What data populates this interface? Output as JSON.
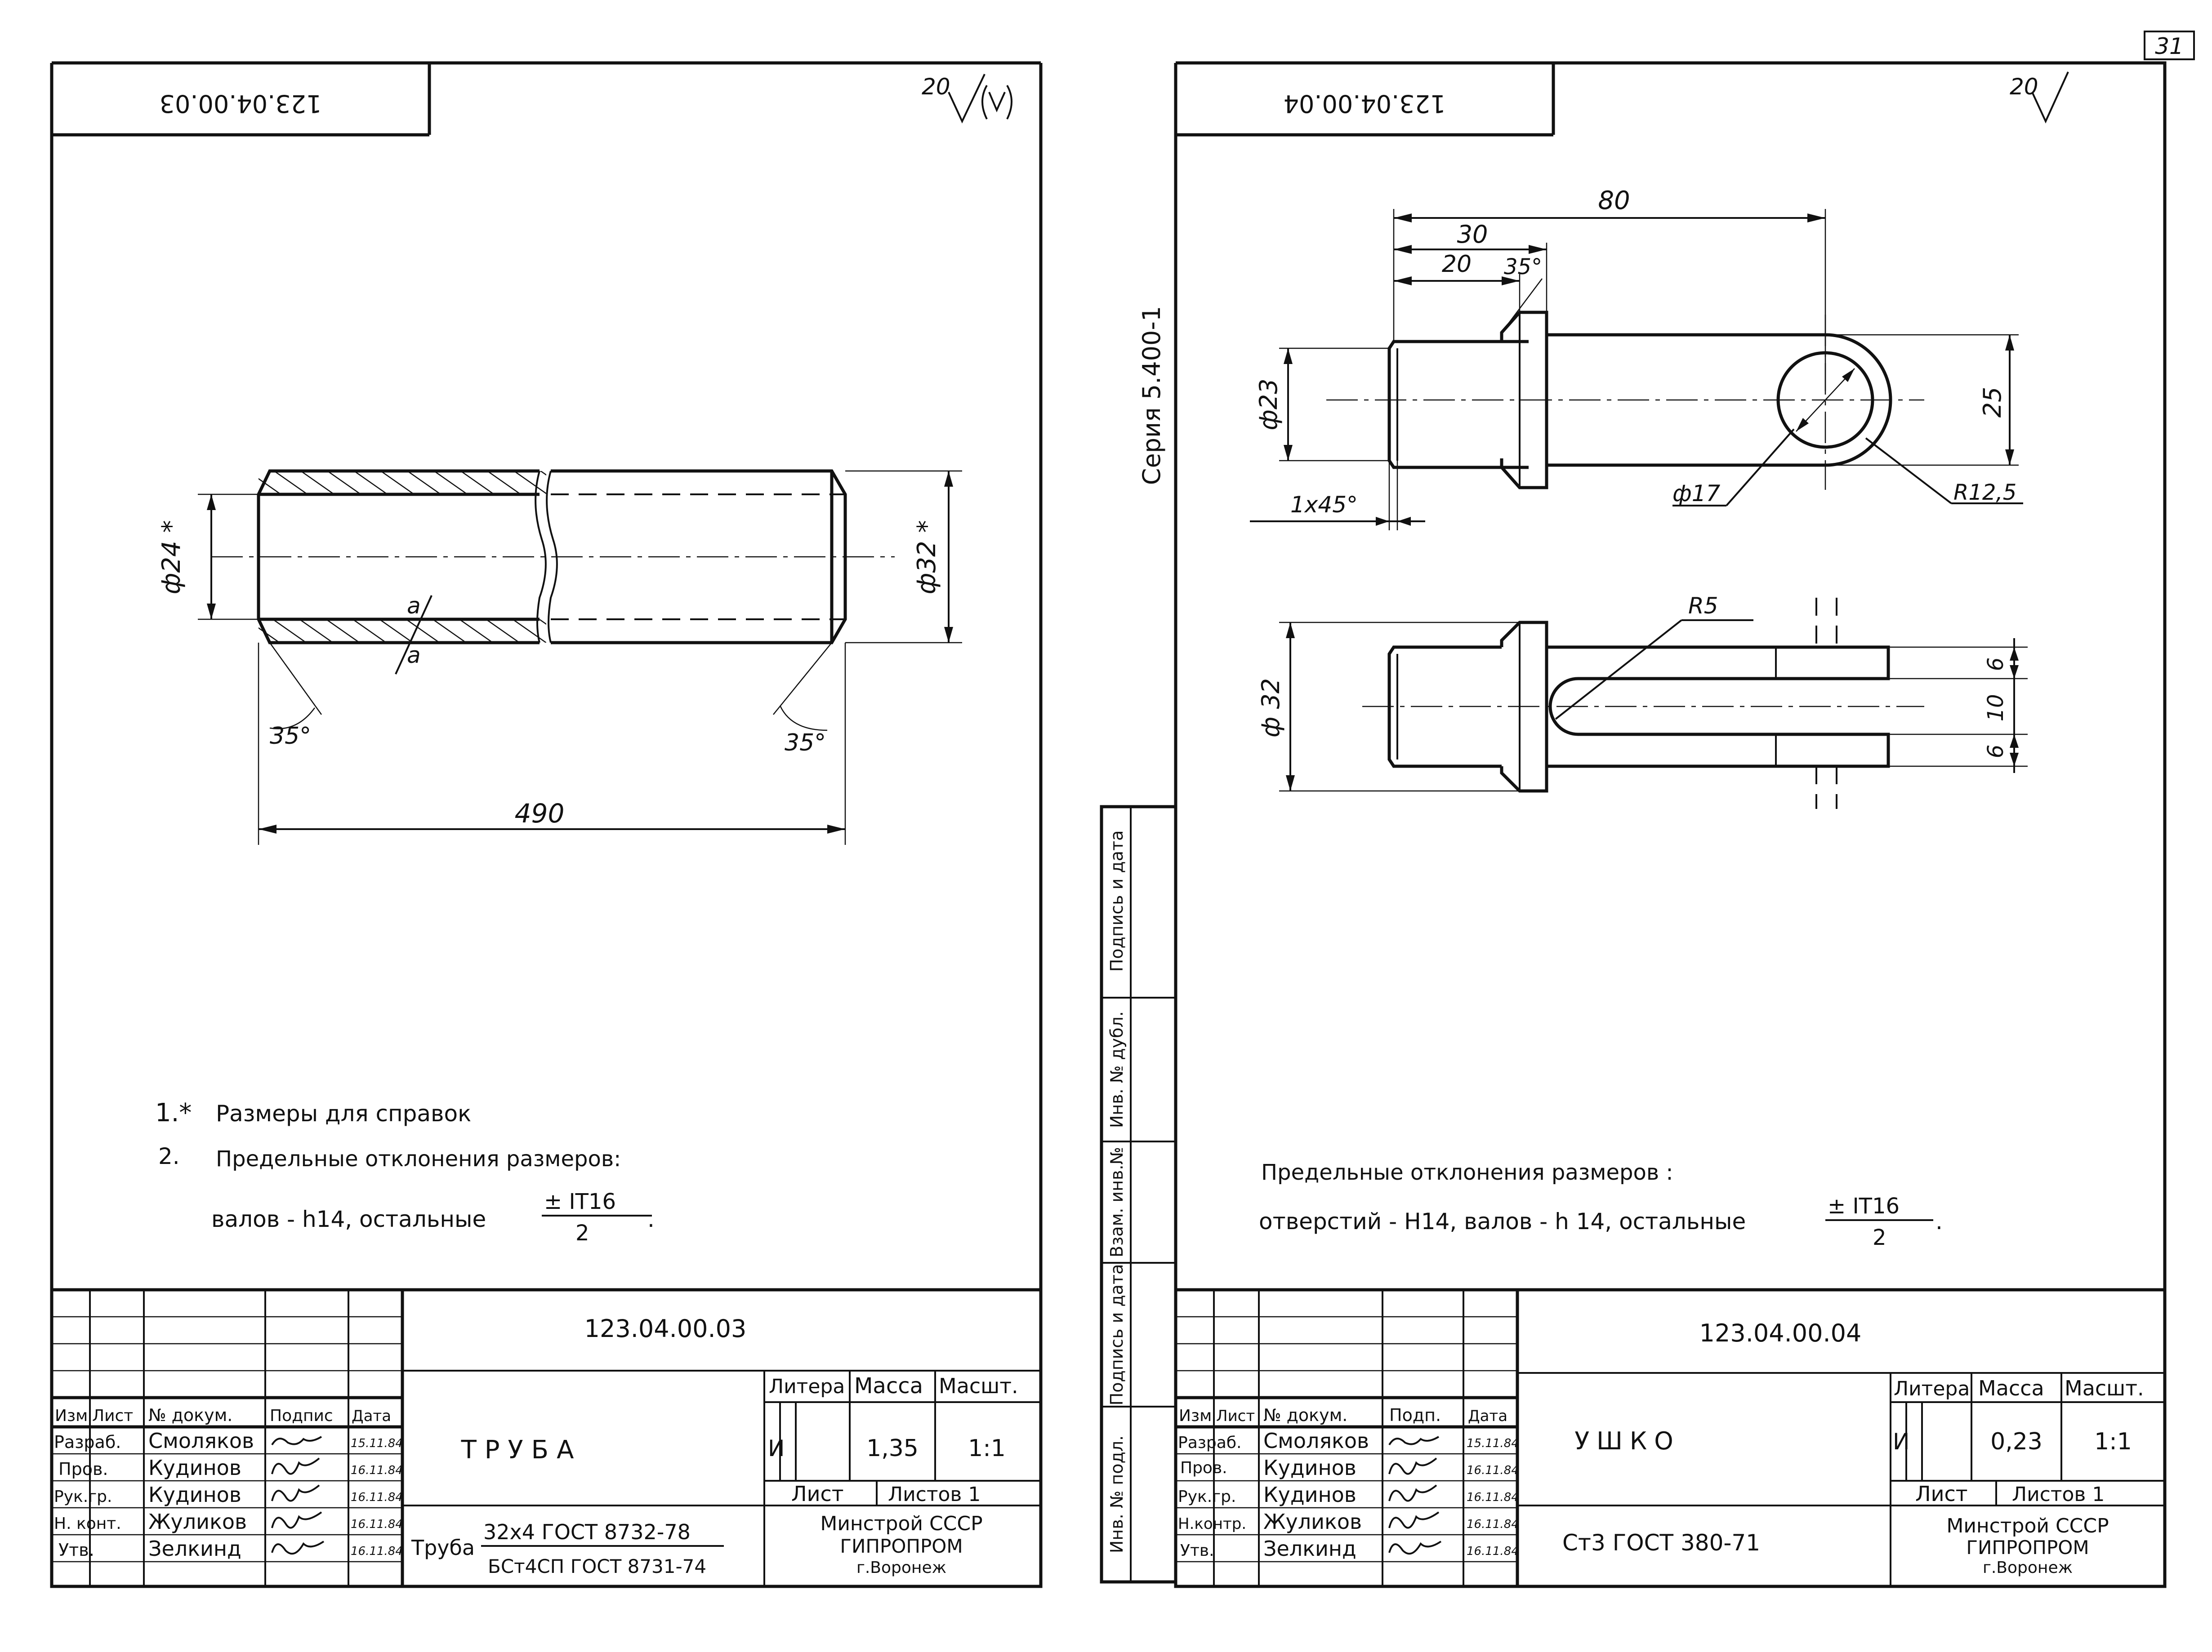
{
  "page_number": "31",
  "series": "Серия 5.400-1",
  "left_sheet": {
    "corner_stamp": "123.04.00.03",
    "roughness": "20",
    "drawing": {
      "dim_inner_dia": "ф24 *",
      "dim_outer_dia": "ф32 *",
      "dim_length": "490",
      "chamfer_left": "35°",
      "chamfer_right": "35°",
      "section_mark": "а"
    },
    "notes": {
      "n1_num": "1.*",
      "n1": "Размеры для справок",
      "n2_num": "2.",
      "n2": "Предельные отклонения размеров:",
      "n3": "валов - h14, остальные",
      "tol_num": "± IT16",
      "tol_den": "2"
    },
    "title_block": {
      "code": "123.04.00.03",
      "name": "ТРУБА",
      "head": {
        "izm": "Изм",
        "list": "Лист",
        "doc": "№ докум.",
        "sign": "Подпис",
        "date": "Дата"
      },
      "rows": [
        {
          "role": "Разраб.",
          "name": "Смоляков",
          "date": "15.11.84"
        },
        {
          "role": "Пров.",
          "name": "Кудинов",
          "date": "16.11.84"
        },
        {
          "role": "Рук.гр.",
          "name": "Кудинов",
          "date": "16.11.84"
        },
        {
          "role": "Н. конт.",
          "name": "Жуликов",
          "date": "16.11.84"
        },
        {
          "role": "Утв.",
          "name": "Зелкинд",
          "date": "16.11.84"
        }
      ],
      "litera_head": "Литера",
      "mass_head": "Масса",
      "scale_head": "Масшт.",
      "litera": "И",
      "mass": "1,35",
      "scale": "1:1",
      "sheet_label": "Лист",
      "sheets_label": "Листов 1",
      "material_prefix": "Труба",
      "material_top": "32x4 ГОСТ 8732-78",
      "material_bot": "БСт4СП ГОСТ 8731-74",
      "org1": "Минстрой СССР",
      "org2": "ГИПРОПРОМ",
      "org3": "г.Воронеж"
    }
  },
  "right_sheet": {
    "corner_stamp": "123.04.00.04",
    "roughness": "20",
    "drawing": {
      "dim_80": "80",
      "dim_30": "30",
      "dim_20": "20",
      "dim_35deg": "35°",
      "dim_23": "ф23",
      "dim_25": "25",
      "dim_chamfer": "1x45°",
      "dim_17": "ф17",
      "dim_r125": "R12,5",
      "dim_r5": "R5",
      "dim_32": "ф 32",
      "dim_6a": "6",
      "dim_10": "10",
      "dim_6b": "6"
    },
    "notes": {
      "n1": "Предельные отклонения размеров :",
      "n2": "отверстий - Н14, валов - h 14, остальные",
      "tol_num": "± IT16",
      "tol_den": "2"
    },
    "title_block": {
      "code": "123.04.00.04",
      "name": "УШКО",
      "head": {
        "izm": "Изм",
        "list": "Лист",
        "doc": "№ докум.",
        "sign": "Подп.",
        "date": "Дата"
      },
      "rows": [
        {
          "role": "Разраб.",
          "name": "Смоляков",
          "date": "15.11.84"
        },
        {
          "role": "Пров.",
          "name": "Кудинов",
          "date": "16.11.84"
        },
        {
          "role": "Рук.гр.",
          "name": "Кудинов",
          "date": "16.11.84"
        },
        {
          "role": "Н.контр.",
          "name": "Жуликов",
          "date": "16.11.84"
        },
        {
          "role": "Утв.",
          "name": "Зелкинд",
          "date": "16.11.84"
        }
      ],
      "litera_head": "Литера",
      "mass_head": "Масса",
      "scale_head": "Масшт.",
      "litera": "И",
      "mass": "0,23",
      "scale": "1:1",
      "sheet_label": "Лист",
      "sheets_label": "Листов 1",
      "material": "Ст3 ГОСТ 380-71",
      "org1": "Минстрой СССР",
      "org2": "ГИПРОПРОМ",
      "org3": "г.Воронеж"
    }
  },
  "side_stamp": {
    "f1": "Инв. № подл.",
    "f2": "Подпись и дата",
    "f3": "Взам. инв.№",
    "f4": "Инв. № дубл.",
    "f5": "Подпись и дата"
  }
}
